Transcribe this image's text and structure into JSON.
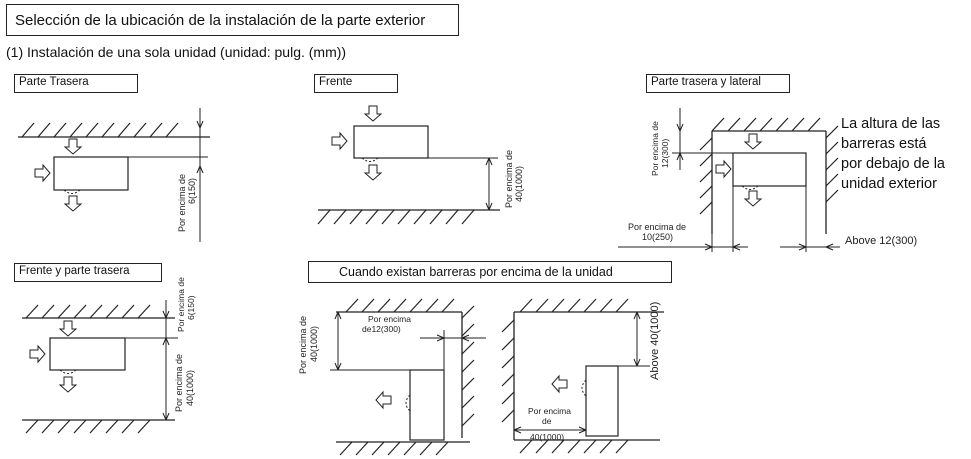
{
  "header": {
    "title": "Selección de la ubicación de la instalación de la parte exterior",
    "subtitle": "(1) Instalación de una sola unidad (unidad: pulg. (mm))"
  },
  "panels": {
    "rear": {
      "label": "Parte Trasera",
      "dim_line1": "Por encima de",
      "dim_line2": "6(150)"
    },
    "front": {
      "label": "Frente",
      "dim_line1": "Por encima de",
      "dim_line2": "40(1000)"
    },
    "rear_side": {
      "label": "Parte trasera y lateral",
      "dim_top_line1": "Por encima de",
      "dim_top_line2": "12(300)",
      "dim_side_line1": "Por encima de",
      "dim_side_line2": "10(250)",
      "dim_right": "Above 12(300)",
      "note": [
        "La altura de las",
        "barreras está",
        "por debajo de la",
        "unidad exterior"
      ]
    },
    "front_rear": {
      "label": "Frente y parte trasera",
      "dim_top_line1": "Por encima de",
      "dim_top_line2": "6(150)",
      "dim_bottom_line1": "Por encima de",
      "dim_bottom_line2": "40(1000)"
    },
    "barriers_above": {
      "label": "Cuando existan barreras por encima de la unidad",
      "left_vert_line1": "Por encima de",
      "left_vert_line2": "40(1000)",
      "left_horiz_line1": "Por encima",
      "left_horiz_line2": "de12(300)",
      "right_vert": "Above 40(1000)",
      "right_bottom_line1": "Por encima",
      "right_bottom_line2": "de",
      "right_bottom_line3": "40(1000)"
    }
  }
}
